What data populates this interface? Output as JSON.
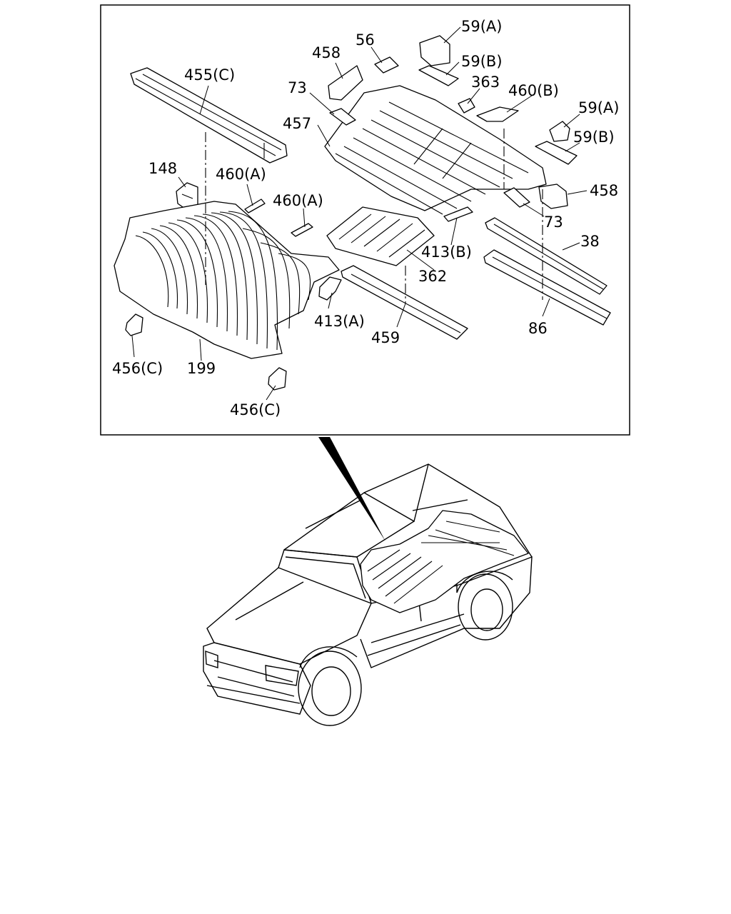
{
  "diagram": {
    "callouts": {
      "c_455C": "455(C)",
      "c_148": "148",
      "c_460A_1": "460(A)",
      "c_460A_2": "460(A)",
      "c_458_top": "458",
      "c_56": "56",
      "c_59A_top": "59(A)",
      "c_59B_top": "59(B)",
      "c_73_top": "73",
      "c_363": "363",
      "c_460B": "460(B)",
      "c_59A_right": "59(A)",
      "c_59B_right": "59(B)",
      "c_457": "457",
      "c_458_right": "458",
      "c_73_right": "73",
      "c_38": "38",
      "c_413B": "413(B)",
      "c_362": "362",
      "c_413A": "413(A)",
      "c_459": "459",
      "c_86": "86",
      "c_456C_1": "456(C)",
      "c_199": "199",
      "c_456C_2": "456(C)"
    },
    "colors": {
      "line": "#000000",
      "background": "#ffffff"
    }
  }
}
